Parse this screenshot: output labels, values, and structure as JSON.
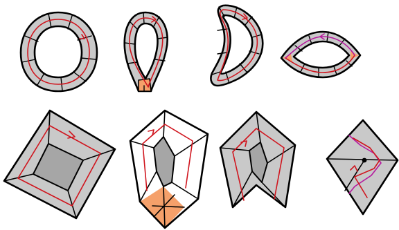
{
  "colors": {
    "surface_gray": "#c9c9c9",
    "inner_gray": "#a6a6a6",
    "outline": "#000000",
    "curve_red": "#d0151e",
    "curve_magenta": "#b5179e",
    "highlight_orange": "#f5a06a",
    "background": "#ffffff"
  },
  "rows": {
    "top": {
      "items": [
        "ring",
        "teardrop",
        "comma",
        "lens"
      ]
    },
    "bottom": {
      "items": [
        "square-annulus",
        "hexagon-with-orange-quads",
        "notched-annulus",
        "diamond-with-vertex"
      ]
    }
  }
}
